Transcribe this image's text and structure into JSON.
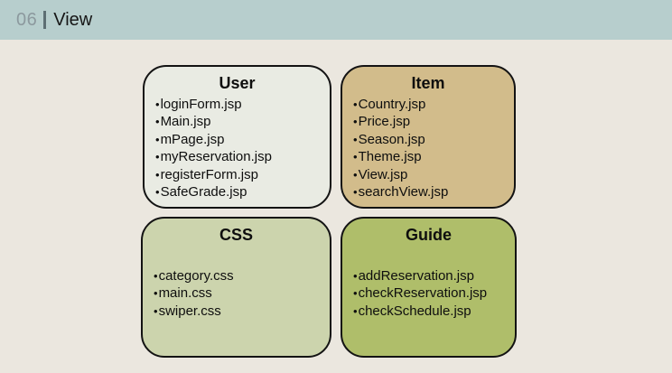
{
  "slide": {
    "bg": "#EBE7DF"
  },
  "header": {
    "number": "06",
    "title": "View",
    "bg": "#B7CECD",
    "number_color": "#8C999E",
    "separator_color": "#5D6E73",
    "title_color": "#161616"
  },
  "boxes": [
    {
      "id": "user",
      "title": "User",
      "bg": "#E9EBE3",
      "items": [
        "loginForm.jsp",
        "Main.jsp",
        "mPage.jsp",
        "myReservation.jsp",
        "registerForm.jsp",
        "SafeGrade.jsp"
      ]
    },
    {
      "id": "item",
      "title": "Item",
      "bg": "#D2BC8B",
      "items": [
        "Country.jsp",
        "Price.jsp",
        "Season.jsp",
        "Theme.jsp",
        "View.jsp",
        "searchView.jsp"
      ]
    },
    {
      "id": "css",
      "title": "CSS",
      "bg": "#CCD4AD",
      "items": [
        "category.css",
        "main.css",
        "swiper.css"
      ]
    },
    {
      "id": "guide",
      "title": "Guide",
      "bg": "#AFBE6A",
      "items": [
        "addReservation.jsp",
        "checkReservation.jsp",
        "checkSchedule.jsp"
      ]
    }
  ]
}
